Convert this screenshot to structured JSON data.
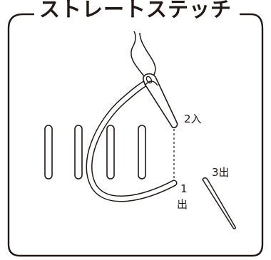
{
  "title": "ストレートステッチ",
  "labels": {
    "point2": "2入",
    "point3": "3出",
    "point1_num": "1",
    "point1_word": "出"
  },
  "colors": {
    "line": "#231815",
    "background": "#ffffff"
  }
}
